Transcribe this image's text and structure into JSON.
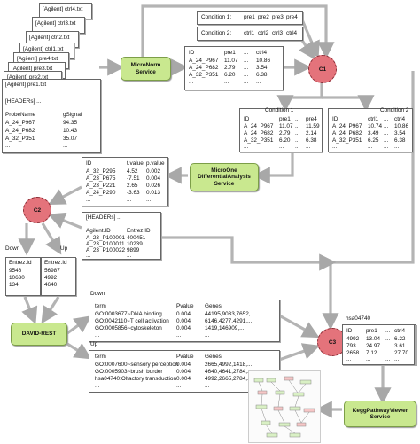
{
  "input_files": [
    "[Agilent]     ctrl4.txt",
    "[Agilent]     ctrl3.txt",
    "[Agilent]     ctrl2.txt",
    "[Agilent]     ctrl1.txt",
    "[Agilent]     pre4.txt",
    "[Agilent]     pre3.txt",
    "[Agilent]     pre2.txt",
    "[Agilent]     pre1.txt"
  ],
  "raw_file": {
    "header": "[HEADERs] ...",
    "columns": [
      "ProbeName",
      "gSignal"
    ],
    "rows": [
      [
        "A_24_P967",
        "94.35"
      ],
      [
        "A_24_P682",
        "10.43"
      ],
      [
        "A_32_P351",
        "35.07"
      ],
      [
        "...",
        "..."
      ]
    ]
  },
  "micronorm": {
    "label1": "MicroNorm",
    "label2": "Service"
  },
  "conditions": {
    "c1_label": "Condition 1:",
    "c1_items": [
      "pre1",
      "pre2",
      "pre3",
      "pre4"
    ],
    "c2_label": "Condition 2:",
    "c2_items": [
      "ctrl1",
      "ctrl2",
      "ctrl3",
      "ctrl4"
    ]
  },
  "norm_table": {
    "h1": "ID",
    "h2": "pre1",
    "h3": "...",
    "h4": "ctrl4",
    "rows": [
      [
        "A_24_P967",
        "11.07",
        "...",
        "10.86"
      ],
      [
        "A_24_P682",
        "2.79",
        "...",
        "3.54"
      ],
      [
        "A_32_P351",
        "6.20",
        "...",
        "6.38"
      ],
      [
        "...",
        "...",
        "...",
        "..."
      ]
    ]
  },
  "c1": "C1",
  "cond1_table": {
    "title": "Condition 1",
    "h1": "ID",
    "h2": "pre1",
    "h3": "...",
    "h4": "pre4",
    "rows": [
      [
        "A_24_P967",
        "11.07",
        "...",
        "11.59"
      ],
      [
        "A_24_P682",
        "2.79",
        "...",
        "2.14"
      ],
      [
        "A_32_P351",
        "6.20",
        "...",
        "6.38"
      ],
      [
        "...",
        "...",
        "...",
        "..."
      ]
    ]
  },
  "cond2_table": {
    "title": "Condition 2",
    "h1": "ID",
    "h2": "ctrl1",
    "h3": "...",
    "h4": "ctrl4",
    "rows": [
      [
        "A_24_P967",
        "10.74",
        "...",
        "10.86"
      ],
      [
        "A_24_P682",
        "3.49",
        "...",
        "3.54"
      ],
      [
        "A_32_P351",
        "6.25",
        "...",
        "6.38"
      ],
      [
        "...",
        "...",
        "...",
        "..."
      ]
    ]
  },
  "microone": {
    "label1": "MicroOne",
    "label2": "DifferentialAnalysis",
    "label3": "Service"
  },
  "diff_table": {
    "h1": "ID",
    "h2": "t.value",
    "h3": "p.value",
    "rows": [
      [
        "A_32_P295",
        "4.52",
        "0.002"
      ],
      [
        "A_23_P675",
        "-7.51",
        "0.004"
      ],
      [
        "A_23_P221",
        "2.65",
        "0.026"
      ],
      [
        "A_24_P290",
        "-3.63",
        "0.013"
      ],
      [
        "...",
        "...",
        "..."
      ]
    ]
  },
  "c2": "C2",
  "annot_table": {
    "header": "[HEADERs] ...",
    "h1": "Agilent.ID",
    "h2": "Entrez.ID",
    "rows": [
      [
        "A_23_P100001",
        "400451"
      ],
      [
        "A_23_P100011",
        "10239"
      ],
      [
        "A_23_P100022",
        "9899"
      ],
      [
        "...",
        "..."
      ]
    ]
  },
  "down_label": "Down",
  "up_label": "Up",
  "down_ids": {
    "title": "Entrez.Id",
    "items": [
      "9546",
      "10630",
      "134",
      "..."
    ]
  },
  "up_ids": {
    "title": "Entrez.Id",
    "items": [
      "56987",
      "4992",
      "4640",
      "..."
    ]
  },
  "david": {
    "label": "DAVID-REST"
  },
  "enrich_down": {
    "title": "Down",
    "h1": "term",
    "h2": "Pvalue",
    "h3": "Genes",
    "rows": [
      [
        "GO:0003677~DNA binding",
        "0.004",
        "44195,9033,7652,..."
      ],
      [
        "GO:0042110~T cell activation",
        "0.004",
        "6146,4277,4291,..."
      ],
      [
        "GO:0005856~cytoskeleton",
        "0.004",
        "1419,146909,..."
      ],
      [
        "...",
        "...",
        "..."
      ]
    ]
  },
  "enrich_up": {
    "title": "Up",
    "h1": "term",
    "h2": "Pvalue",
    "h3": "Genes",
    "rows": [
      [
        "GO:0007600~sensory perception",
        "0.004",
        "2665,4992,1418,..."
      ],
      [
        "GO:0005903~brush border",
        "0.004",
        "4640,4641,2784,..."
      ],
      [
        "hsa04740:Olfactory transduction",
        "0.004",
        "4992,2665,2784,..."
      ],
      [
        "...",
        "...",
        "..."
      ]
    ]
  },
  "c3": "C3",
  "kegg_table": {
    "title": "hsa04740",
    "h1": "ID",
    "h2": "pre1",
    "h3": "...",
    "h4": "ctrl4",
    "rows": [
      [
        "4992",
        "13.04",
        "...",
        "6.22"
      ],
      [
        "793",
        "24.97",
        "...",
        "3.61"
      ],
      [
        "2658",
        "7.12",
        "...",
        "27.70"
      ],
      [
        "...",
        "...",
        "...",
        "..."
      ]
    ]
  },
  "kegg": {
    "label1": "KeggPathwayViewer",
    "label2": "Service"
  },
  "colors": {
    "service_fill": "#c9e88f",
    "service_border": "#7c9e48",
    "circle_fill": "#e4737b",
    "arrow": "#a8a8a8"
  }
}
